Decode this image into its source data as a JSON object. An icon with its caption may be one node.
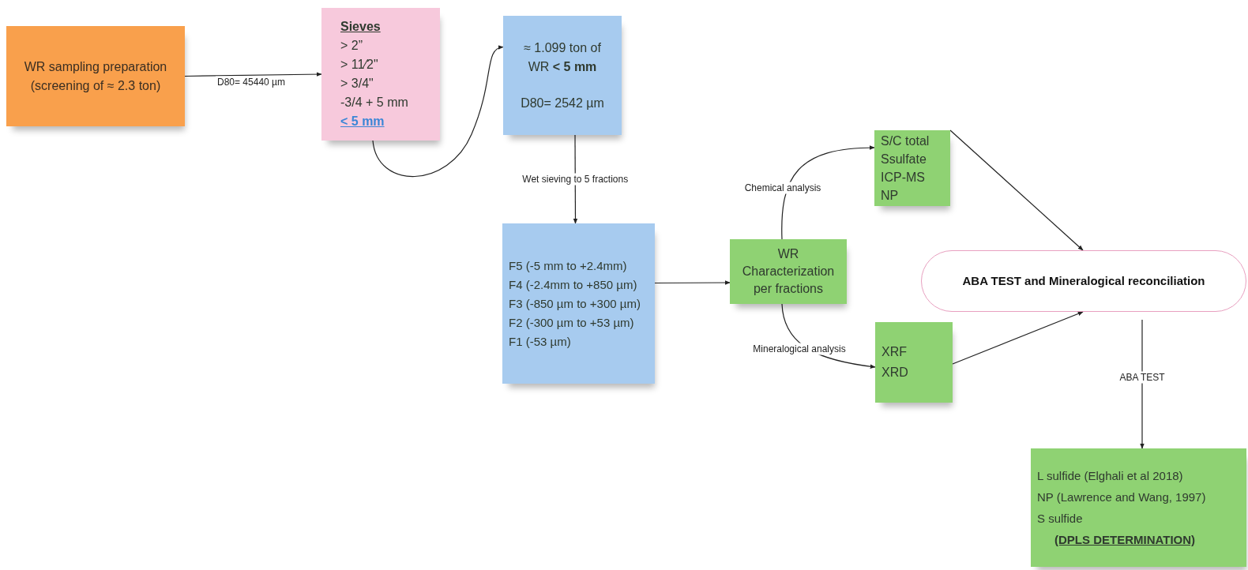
{
  "diagram": {
    "nodes": [
      {
        "text": [
          "WR sampling preparation (screening of ≈ 2.3 ton)"
        ]
      },
      {
        "text": [
          "Sieves",
          "> 2”",
          "> 11⁄2\"",
          "> 3/4\"",
          "-3/4 + 5 mm",
          "< 5 mm"
        ]
      },
      {
        "text": [
          "≈ 1.099 ton of WR **< 5 mm**",
          "D80= 2542 µm"
        ]
      },
      {
        "text": [
          "F5 (-5 mm to +2.4mm)",
          "F4 (-2.4mm to +850 µm)",
          "F3 (-850 µm to +300 µm)",
          "F2 (-300 µm to +53 µm)",
          "F1 (-53 µm)"
        ]
      },
      {
        "text": [
          "WR Characterization per fractions"
        ]
      },
      {
        "text": [
          "S/C total",
          "Ssulfate",
          "ICP-MS",
          "NP"
        ]
      },
      {
        "text": [
          "ABA TEST and Mineralogical reconciliation"
        ]
      },
      {
        "text": [
          "XRF",
          "XRD"
        ]
      },
      {
        "text": [
          "L sulfide (Elghali et al 2018)",
          "NP (Lawrence and Wang, 1997)",
          "S sulfide",
          "(DPLS DETERMINATION)"
        ]
      }
    ],
    "edges": [
      {
        "from": 0,
        "to": 1,
        "arrow": "to",
        "label": "D80= 45440 µm"
      },
      {
        "from": 1,
        "to": 2,
        "arrow": "to"
      },
      {
        "from": 2,
        "to": 3,
        "arrow": "to",
        "label": "Wet sieving to 5 fractions"
      },
      {
        "from": 3,
        "to": 4,
        "arrow": "to"
      },
      {
        "from": 4,
        "to": 5,
        "arrow": "to",
        "label": "Chemical analysis"
      },
      {
        "from": 4,
        "to": 7,
        "arrow": "to",
        "label": "Mineralogical  analysis"
      },
      {
        "from": 5,
        "to": 6,
        "arrow": "to"
      },
      {
        "from": 7,
        "to": 6,
        "arrow": "to"
      },
      {
        "from": 6,
        "to": 8,
        "arrow": "to",
        "label": "ABA TEST"
      }
    ]
  }
}
